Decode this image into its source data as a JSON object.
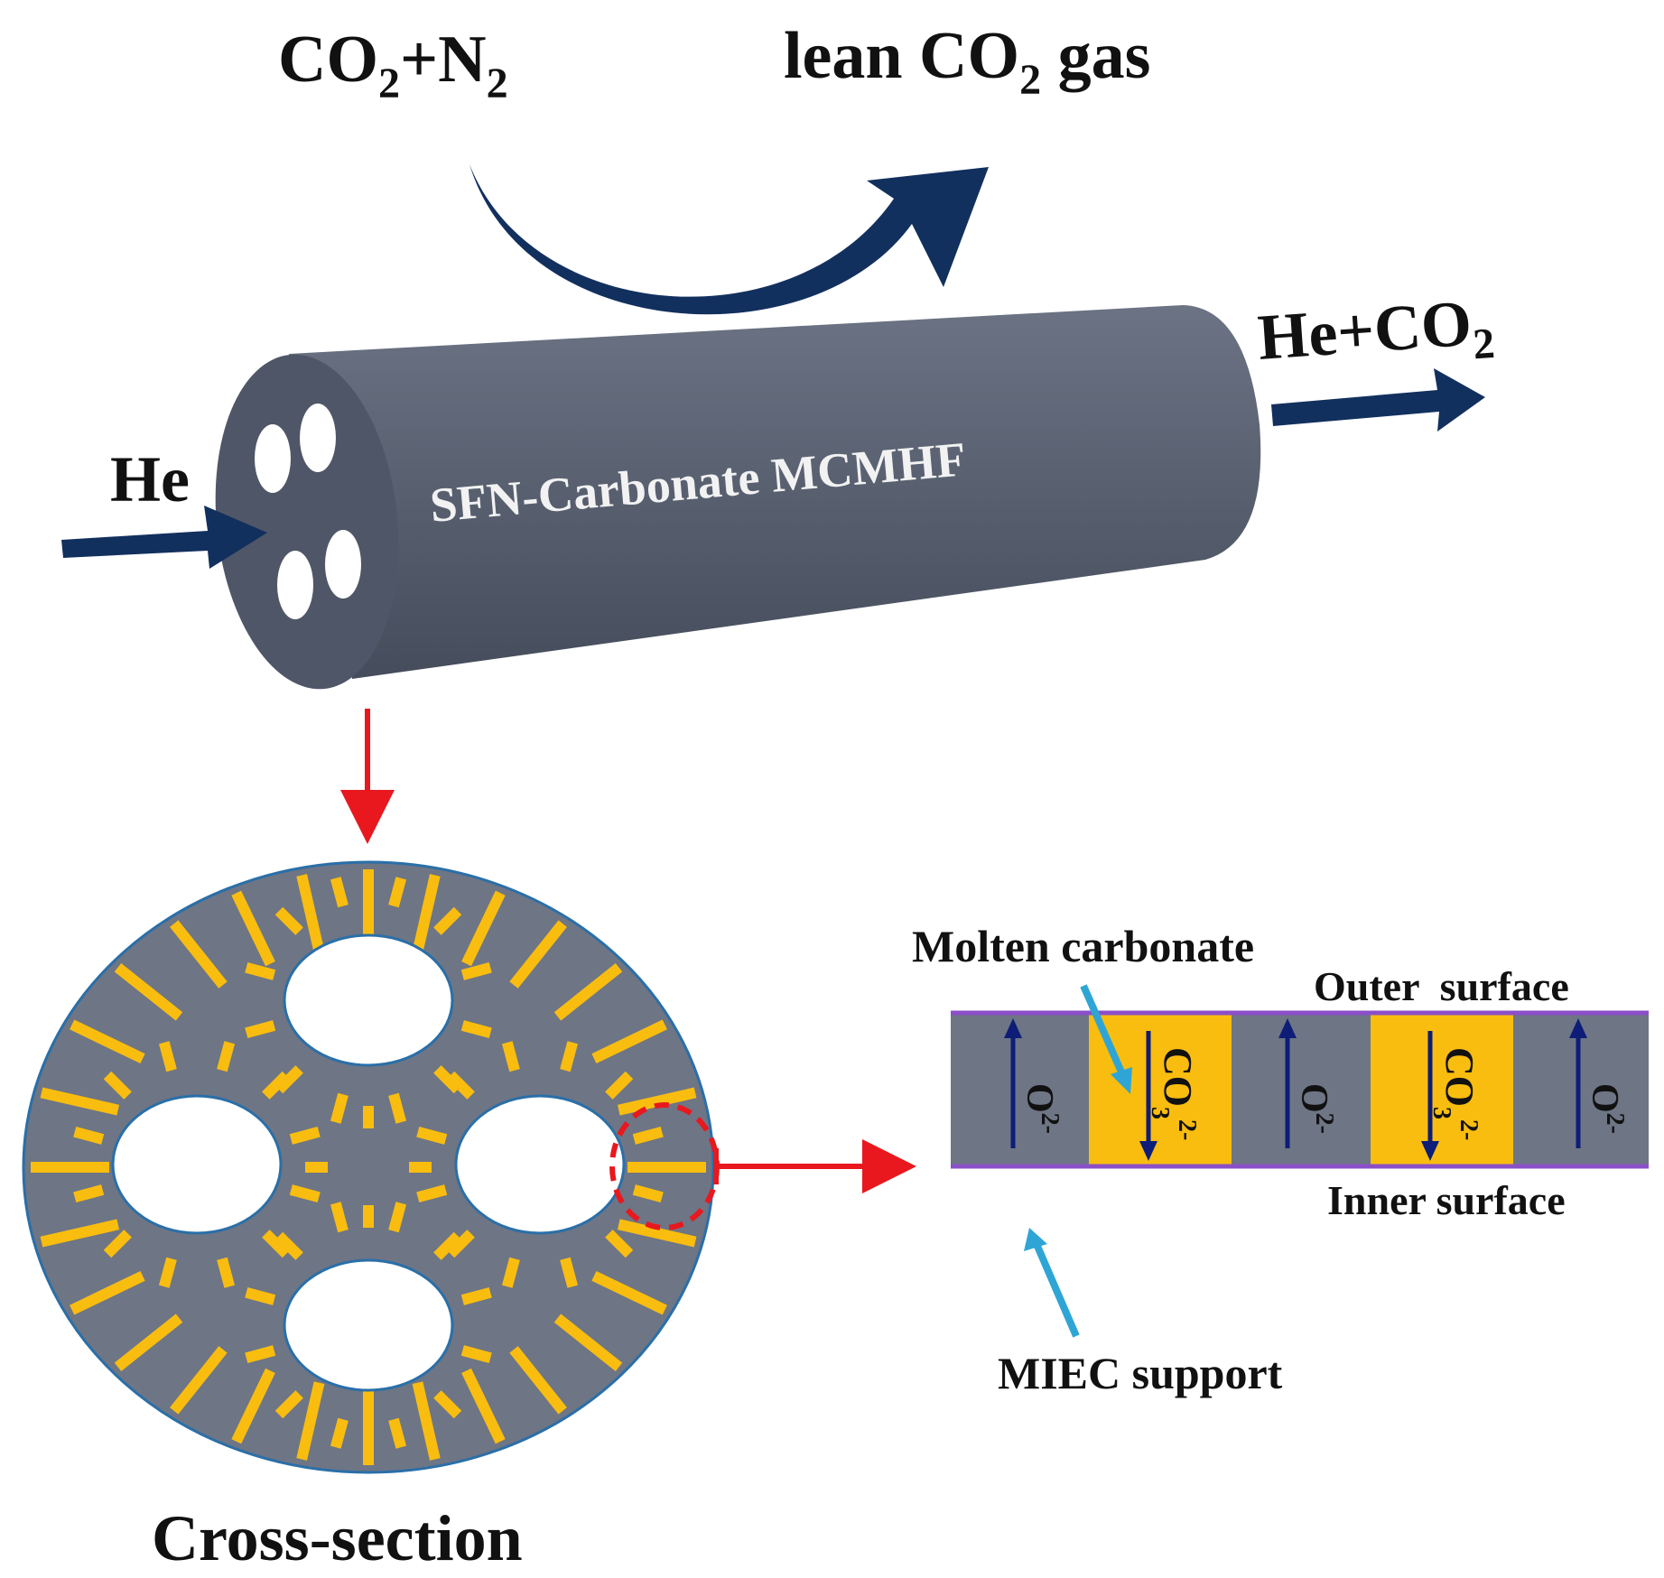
{
  "labels": {
    "feed_gas": "CO",
    "feed_gas_sub": "2",
    "feed_gas_rest": "+N",
    "feed_gas_sub2": "2",
    "retentate_gas_pre": "lean CO",
    "retentate_gas_sub": "2",
    "retentate_gas_post": " gas",
    "sweep_in": "He",
    "sweep_out_pre": "He+CO",
    "sweep_out_sub": "2",
    "fiber_name": "SFN-Carbonate MCMHF",
    "cross_section": "Cross-section",
    "molten_carbonate": "Molten carbonate",
    "outer_surface": "Outer  surface",
    "inner_surface": "Inner surface",
    "miec_support": "MIEC support",
    "oxide_ion": "O",
    "oxide_ion_charge": "2-",
    "carbonate_ion": "CO",
    "carbonate_ion_sub": "3",
    "carbonate_ion_charge": "2-"
  },
  "colors": {
    "membrane_gray": "#6e7585",
    "tube_body": "#5d6576",
    "tube_face": "#4f5667",
    "carbonate_yellow": "#f9bd0f",
    "flow_arrow_blue": "#12305e",
    "red_arrow": "#e8181e",
    "pointer_cyan": "#2fa5d6",
    "surface_purple": "#8b4fc8",
    "ion_arrow_navy": "#0d1d78"
  }
}
